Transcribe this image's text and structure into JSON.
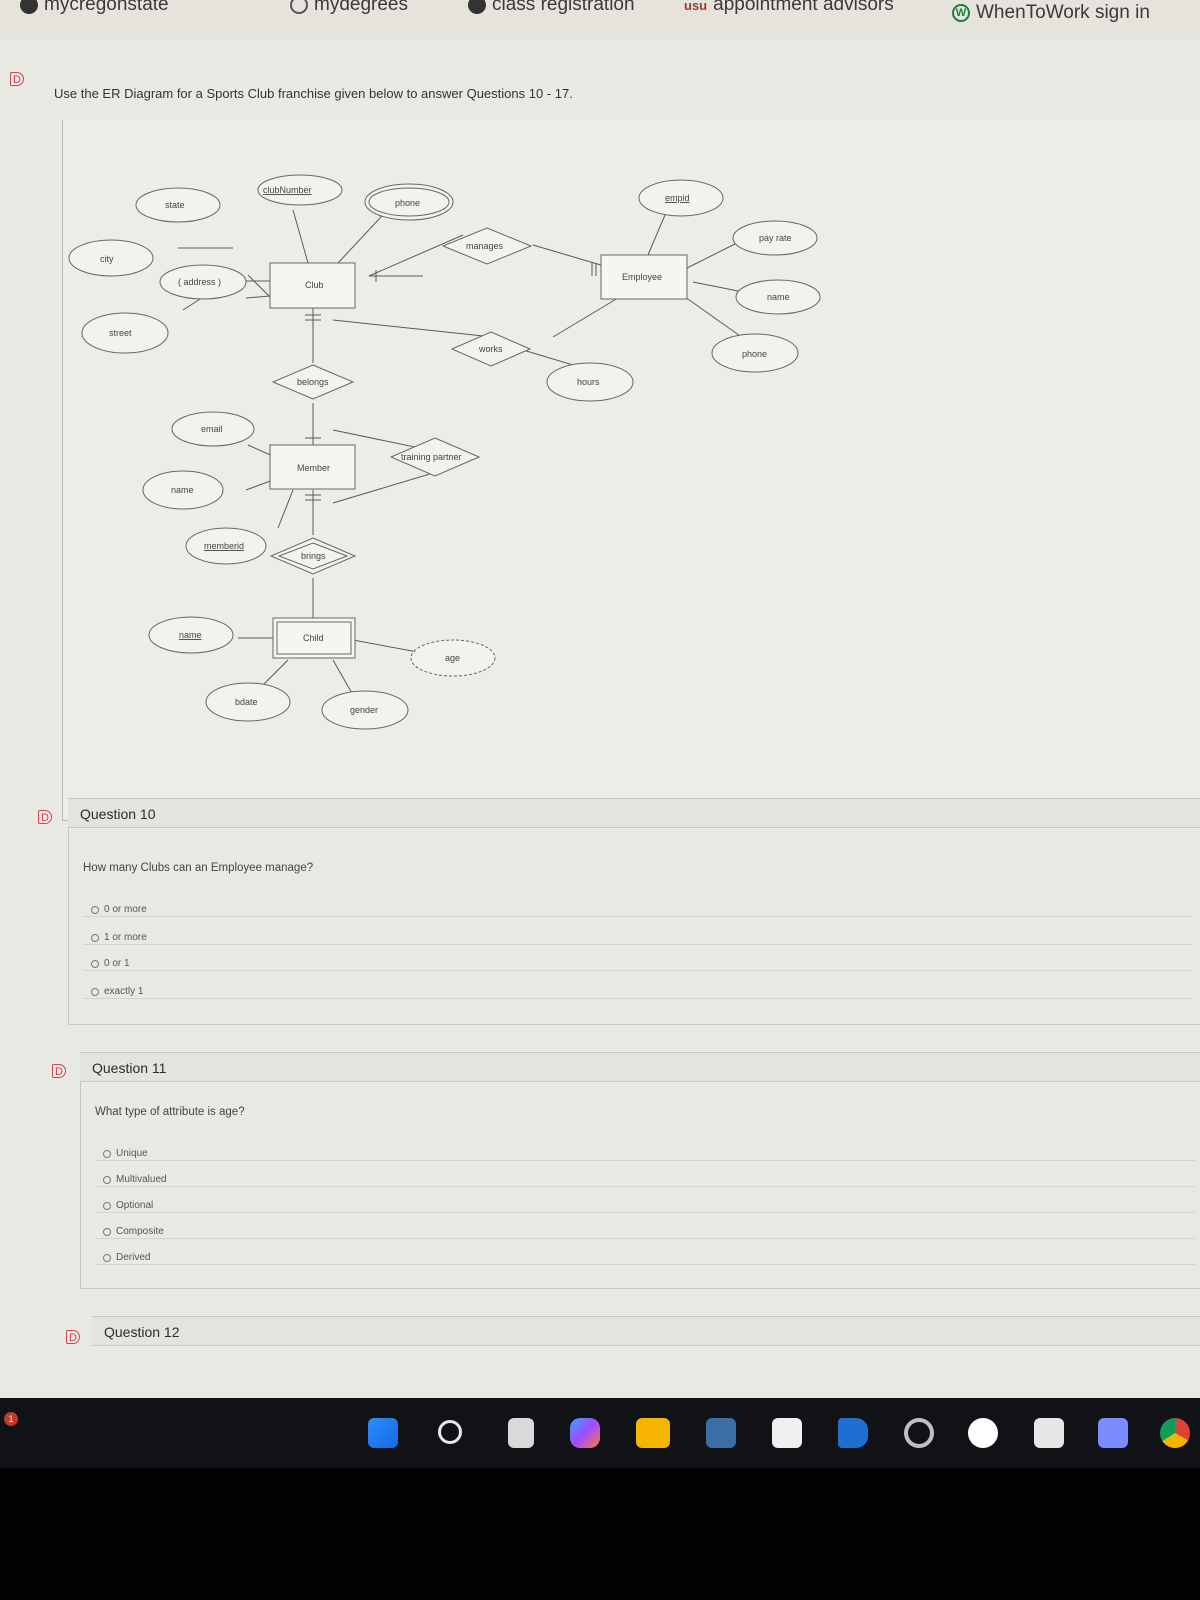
{
  "bookmarks": {
    "item1": "mycregonstate",
    "item2": "mydegrees",
    "item3": "class registration",
    "item4_prefix": "usu",
    "item4": "appointment advisors",
    "item5": "WhenToWork sign in"
  },
  "intro_text": "Use the ER Diagram for a Sports Club franchise given below to answer Questions 10 - 17.",
  "diagram": {
    "entities": {
      "club": "Club",
      "employee": "Employee",
      "member": "Member",
      "child": "Child"
    },
    "relationships": {
      "manages": "manages",
      "works": "works",
      "belongs": "belongs",
      "training_partner": "training partner",
      "brings": "brings"
    },
    "attributes": {
      "state": "state",
      "club_number": "clubNumber",
      "phone_club": "phone",
      "city": "city",
      "address": "( address )",
      "street": "street",
      "empid": "empid",
      "pay_rate": "pay rate",
      "name_emp": "name",
      "phone_emp": "phone",
      "hours": "hours",
      "email": "email",
      "name_member": "name",
      "memberid": "memberid",
      "name_child": "name",
      "age": "age",
      "bdate": "bdate",
      "gender": "gender"
    }
  },
  "questions": [
    {
      "title": "Question 10",
      "text": "How many Clubs can an Employee manage?",
      "options": [
        "0 or more",
        "1 or more",
        "0 or 1",
        "exactly 1"
      ]
    },
    {
      "title": "Question 11",
      "text": "What type of attribute is age?",
      "options": [
        "Unique",
        "Multivalued",
        "Optional",
        "Composite",
        "Derived"
      ]
    },
    {
      "title": "Question 12"
    }
  ],
  "taskbar": {
    "icons": [
      "windows-start",
      "search",
      "file",
      "copilot",
      "file-explorer",
      "calculator",
      "store",
      "outlook",
      "settings",
      "clock",
      "camera",
      "notepad",
      "chrome"
    ],
    "badge": "1"
  }
}
